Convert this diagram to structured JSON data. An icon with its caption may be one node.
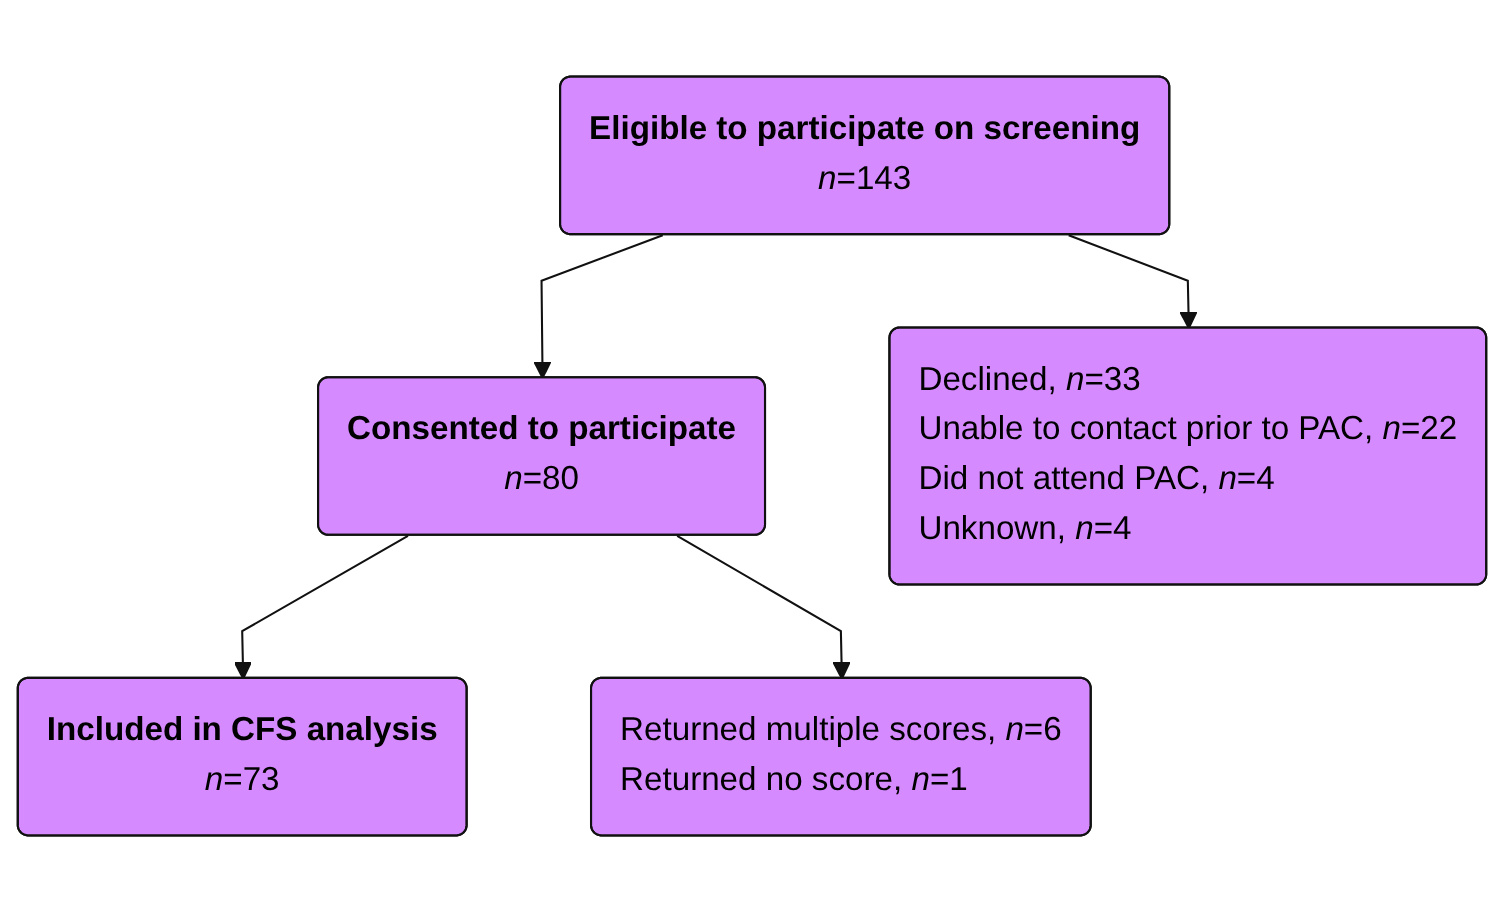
{
  "diagram": {
    "nodes": [
      {
        "text": [
          "Eligible to participate on screening",
          "*n*=143"
        ]
      },
      {
        "text": [
          "Declined, *n*=33",
          "Unable to contact prior to PAC, *n*=22",
          "Did not attend PAC, *n*=4",
          "Unknown, *n*=4"
        ]
      },
      {
        "text": [
          "Consented to participate",
          "*n*=80"
        ]
      },
      {
        "text": [
          "Returned multiple scores, *n*=6",
          "Returned no score, *n*=1"
        ]
      },
      {
        "text": [
          "Included in CFS analysis",
          "*n*=73"
        ]
      }
    ],
    "edges": [
      {
        "from": 0,
        "to": 2,
        "arrow": "to"
      },
      {
        "from": 0,
        "to": 1,
        "arrow": "to"
      },
      {
        "from": 2,
        "to": 4,
        "arrow": "to"
      },
      {
        "from": 2,
        "to": 3,
        "arrow": "to"
      }
    ]
  }
}
